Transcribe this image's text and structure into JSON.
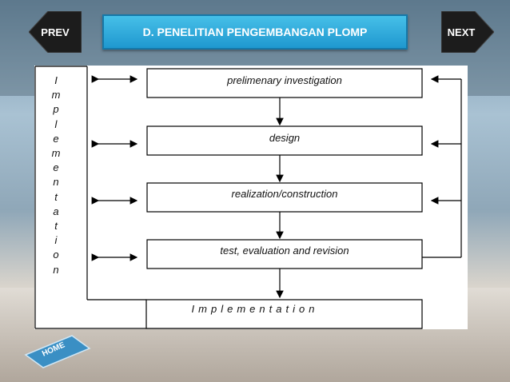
{
  "nav": {
    "prev_label": "PREV",
    "next_label": "NEXT",
    "home_label": "HOME"
  },
  "title": "D. PENELITIAN PENGEMBANGAN PLOMP",
  "diagram": {
    "boxes": [
      "prelimenary investigation",
      "design",
      "realization/construction",
      "test, evaluation and revision"
    ],
    "side_label_letters": [
      "I",
      "m",
      "p",
      "l",
      "e",
      "m",
      "e",
      "n",
      "t",
      "a",
      "t",
      "i",
      "o",
      "n"
    ],
    "bottom_label": "Implementation"
  },
  "colors": {
    "banner": "#2aa6d8",
    "nav_arrow": "#1c1c1c",
    "panel": "#ffffff"
  }
}
